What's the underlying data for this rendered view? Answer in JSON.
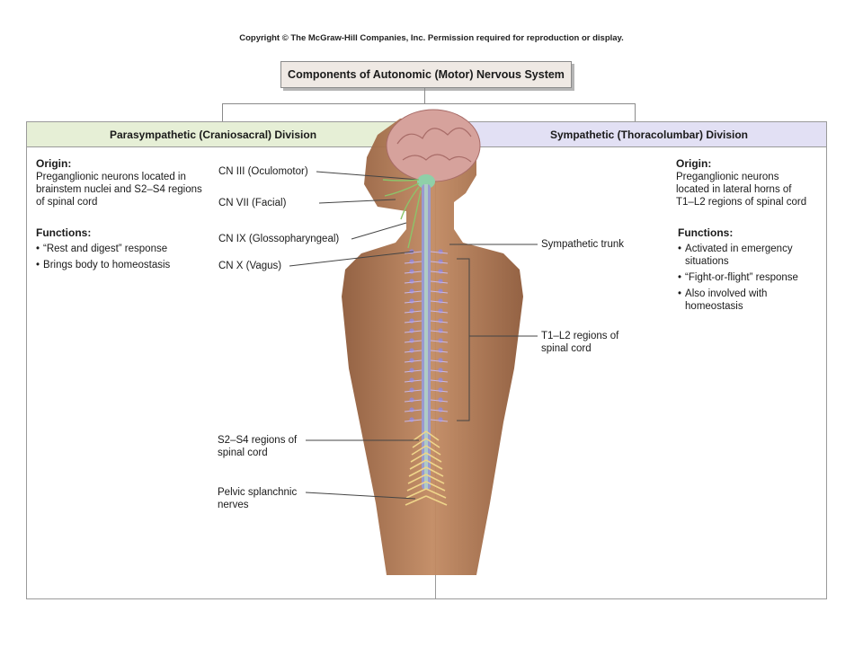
{
  "copyright": "Copyright © The McGraw-Hill Companies, Inc. Permission required for reproduction or display.",
  "title": "Components of Autonomic (Motor) Nervous System",
  "parasympathetic": {
    "header": "Parasympathetic (Craniosacral) Division",
    "origin_heading": "Origin:",
    "origin_text": "Preganglionic neurons located in brainstem nuclei and S2–S4 regions of spinal cord",
    "functions_heading": "Functions:",
    "functions": [
      "“Rest and digest” response",
      "Brings body to homeostasis"
    ]
  },
  "sympathetic": {
    "header": "Sympathetic (Thoracolumbar) Division",
    "origin_heading": "Origin:",
    "origin_text": "Preganglionic neurons located in lateral horns of T1–L2 regions of spinal cord",
    "functions_heading": "Functions:",
    "functions": [
      "Activated in emergency situations",
      "“Fight-or-flight” response",
      "Also involved with homeostasis"
    ]
  },
  "labels": {
    "cn3": "CN III (Oculomotor)",
    "cn7": "CN VII (Facial)",
    "cn9": "CN IX (Glossopharyngeal)",
    "cn10": "CN X (Vagus)",
    "s2s4": "S2–S4 regions of spinal cord",
    "pelvic": "Pelvic splanchnic nerves",
    "trunk": "Sympathetic trunk",
    "t1l2": "T1–L2 regions of spinal cord"
  },
  "bullet": "•",
  "colors": {
    "para_header": "#e6efd6",
    "symp_header": "#e2e0f4",
    "skin": "#b97a52",
    "brain": "#d9a4a0",
    "nerve_para": "#9ac47a",
    "nerve_symp": "#f0d58a",
    "cord": "#8f8fc9"
  }
}
